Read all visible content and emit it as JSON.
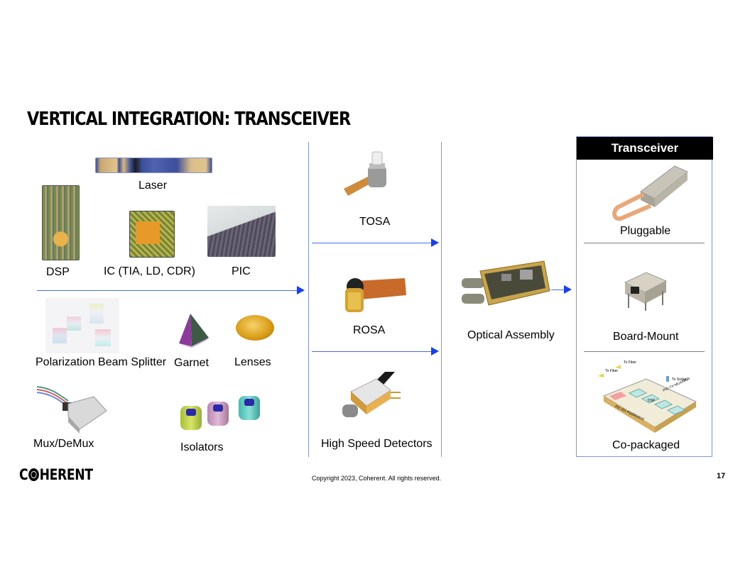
{
  "slide": {
    "title": "VERTICAL INTEGRATION: TRANSCEIVER",
    "page_number": "17",
    "copyright": "Copyright 2023, Coherent. All rights reserved.",
    "logo_text": {
      "left": "C",
      "right": "HERENT"
    }
  },
  "components": {
    "laser": "Laser",
    "dsp": "DSP",
    "ic": "IC (TIA, LD, CDR)",
    "pic": "PIC",
    "pbs": "Polarization Beam Splitter",
    "garnet": "Garnet",
    "lenses": "Lenses",
    "mux": "Mux/DeMux",
    "isolators": "Isolators"
  },
  "subassemblies": {
    "tosa": "TOSA",
    "rosa": "ROSA",
    "detectors": "High Speed Detectors"
  },
  "assembly": {
    "optical": "Optical Assembly"
  },
  "transceiver": {
    "header": "Transceiver",
    "pluggable": "Pluggable",
    "board_mount": "Board-Mount",
    "co_packaged": "Co-packaged",
    "diagram_labels": {
      "to_fiber_1": "To Fiber",
      "to_fiber_2": "To Fiber",
      "to_socket": "To Socket",
      "dsp": "DSP",
      "pic_tx": "PIC-TX MUX/MUX",
      "pic_rx": "PIC-RX PD/DEMUX"
    }
  },
  "colors": {
    "arrow": "#1a3ff0",
    "line": "#4a6ee0",
    "box_border": "#7e97e0",
    "header_bg": "#000000"
  }
}
